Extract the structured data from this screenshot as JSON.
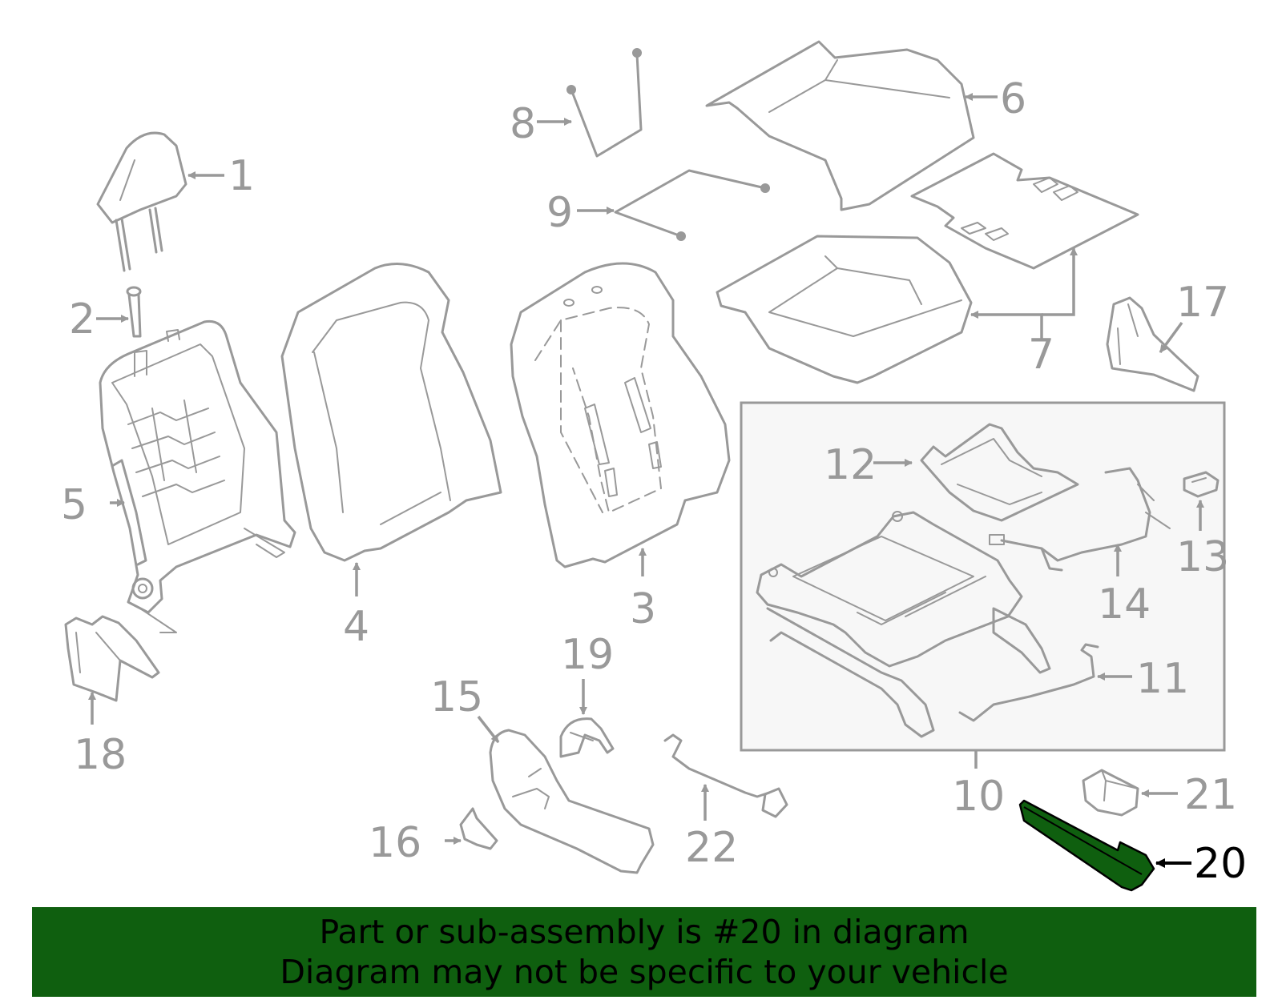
{
  "colors": {
    "background": "#ffffff",
    "line_art": "#999999",
    "highlight_part": "#0f5f0f",
    "highlight_label": "#000000",
    "inset_fill": "#f7f7f7",
    "banner_background": "#0f5f0f",
    "banner_text": "#000000"
  },
  "callouts": {
    "c1": "1",
    "c2": "2",
    "c3": "3",
    "c4": "4",
    "c5": "5",
    "c6": "6",
    "c7": "7",
    "c8": "8",
    "c9": "9",
    "c10": "10",
    "c11": "11",
    "c12": "12",
    "c13": "13",
    "c14": "14",
    "c15": "15",
    "c16": "16",
    "c17": "17",
    "c18": "18",
    "c19": "19",
    "c20": "20",
    "c21": "21",
    "c22": "22"
  },
  "highlighted_callout": "20",
  "banner": {
    "line1": "Part or sub-assembly is #20 in diagram",
    "line2": "Diagram may not be specific to your vehicle"
  }
}
